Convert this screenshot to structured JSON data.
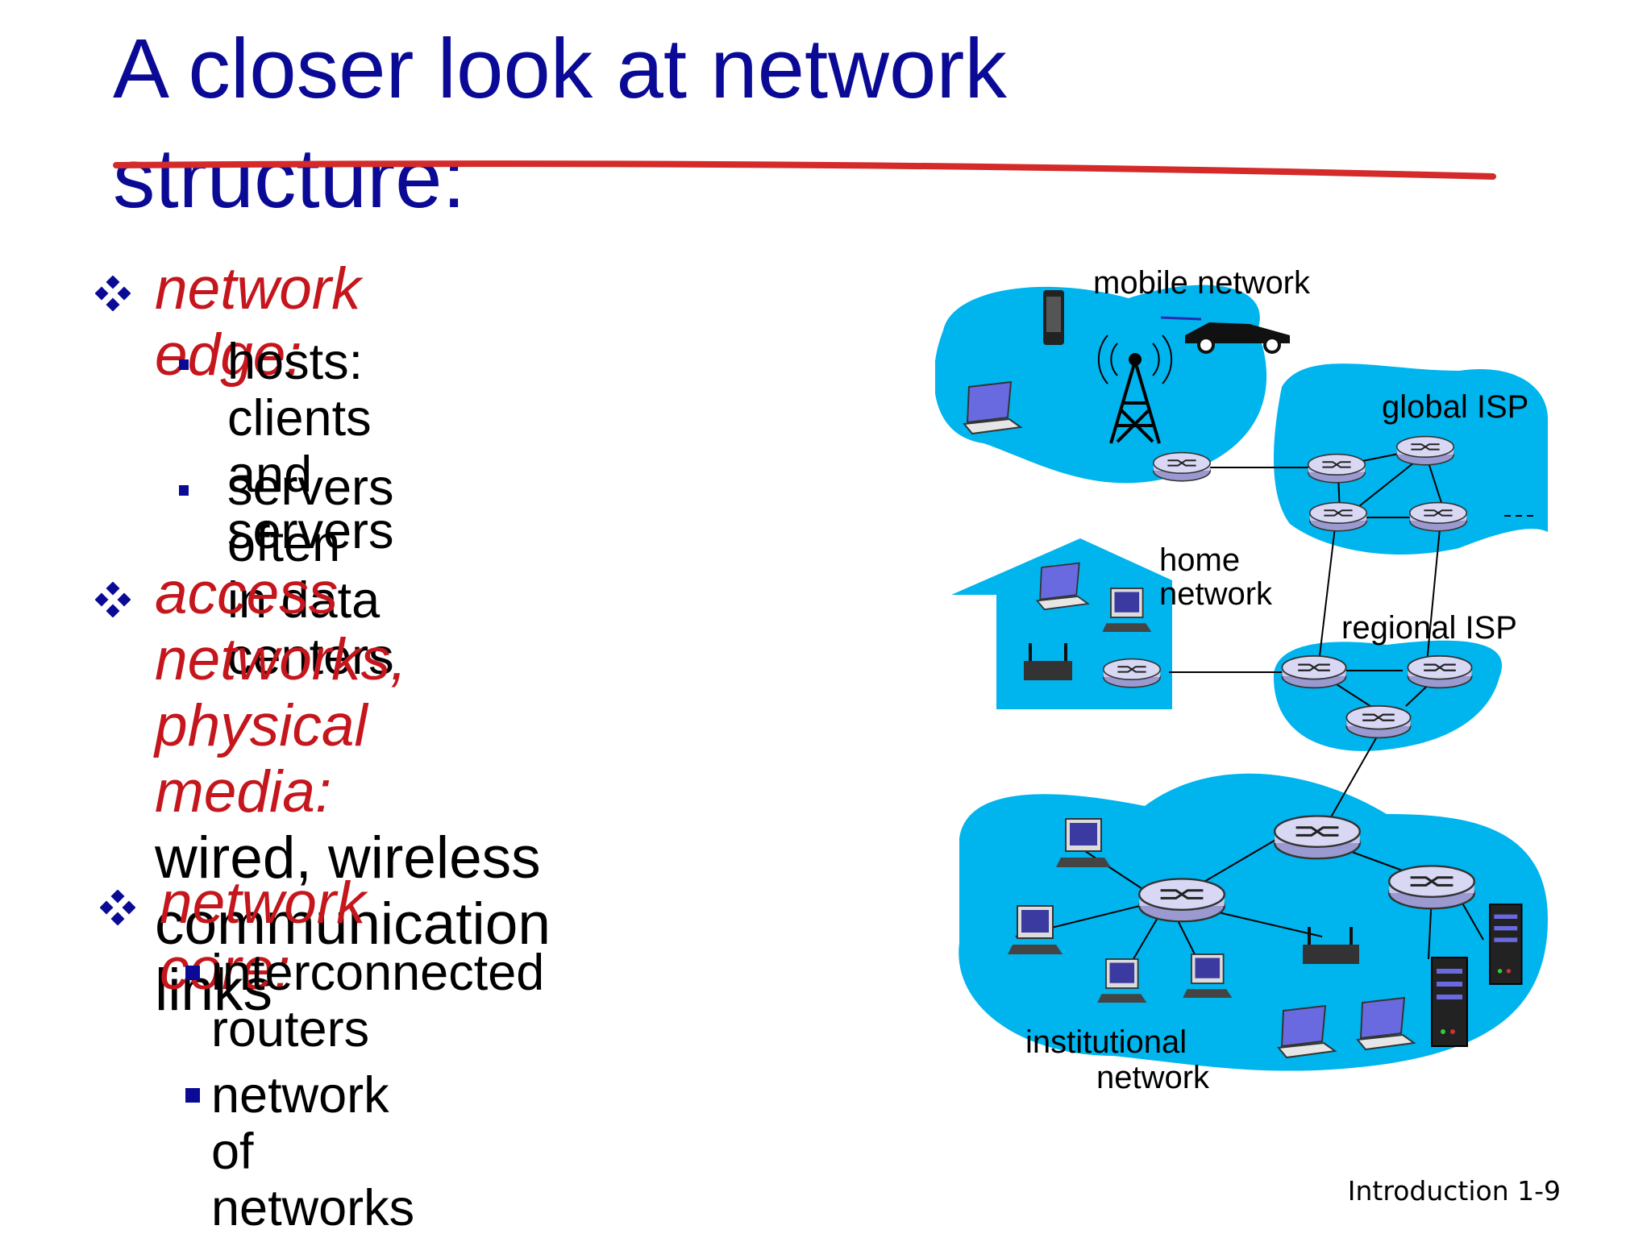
{
  "slide": {
    "title_line1": "A closer look at network",
    "title_line2": "structure:",
    "footer": "Introduction 1-9"
  },
  "bullets": [
    {
      "heading": "network edge:",
      "sub": [
        {
          "line1": "hosts: clients and",
          "line2": "servers"
        },
        {
          "line1": "servers often in data",
          "line2": "centers"
        }
      ]
    },
    {
      "heading_line1": "access networks,",
      "heading_line2": "physical media:",
      "detail_line1": "wired, wireless",
      "detail_line2": "communication links"
    },
    {
      "heading": "network core:",
      "sub": [
        {
          "line1": "interconnected",
          "line2": "routers"
        },
        {
          "line1": "network of networks"
        }
      ]
    }
  ],
  "diagram": {
    "labels": {
      "mobile": "mobile network",
      "global": "global ISP",
      "home_line1": "home",
      "home_line2": "network",
      "regional": "regional ISP",
      "inst_line1": "institutional",
      "inst_line2": "network"
    },
    "colors": {
      "cloud": "#00b4ee",
      "router_fill": "#c8c8ee",
      "title": "#0a0a96",
      "accent": "#c4161c"
    }
  }
}
